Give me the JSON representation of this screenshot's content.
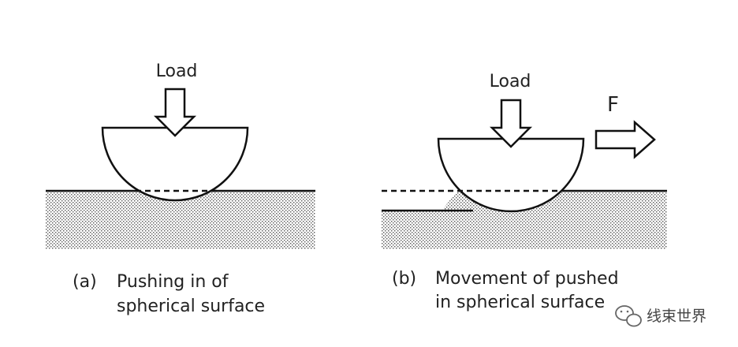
{
  "panel_a": {
    "load_label": "Load",
    "caption_tag": "(a)",
    "caption_line1": "Pushing in of",
    "caption_line2": "spherical surface"
  },
  "panel_b": {
    "load_label": "Load",
    "force_label": "F",
    "caption_tag": "(b)",
    "caption_line1": "Movement of pushed",
    "caption_line2": "in spherical surface"
  },
  "watermark": {
    "icon": "wechat-icon",
    "text": "线束世界"
  },
  "colors": {
    "ink": "#111111",
    "dot": "#555555",
    "background": "#ffffff"
  }
}
